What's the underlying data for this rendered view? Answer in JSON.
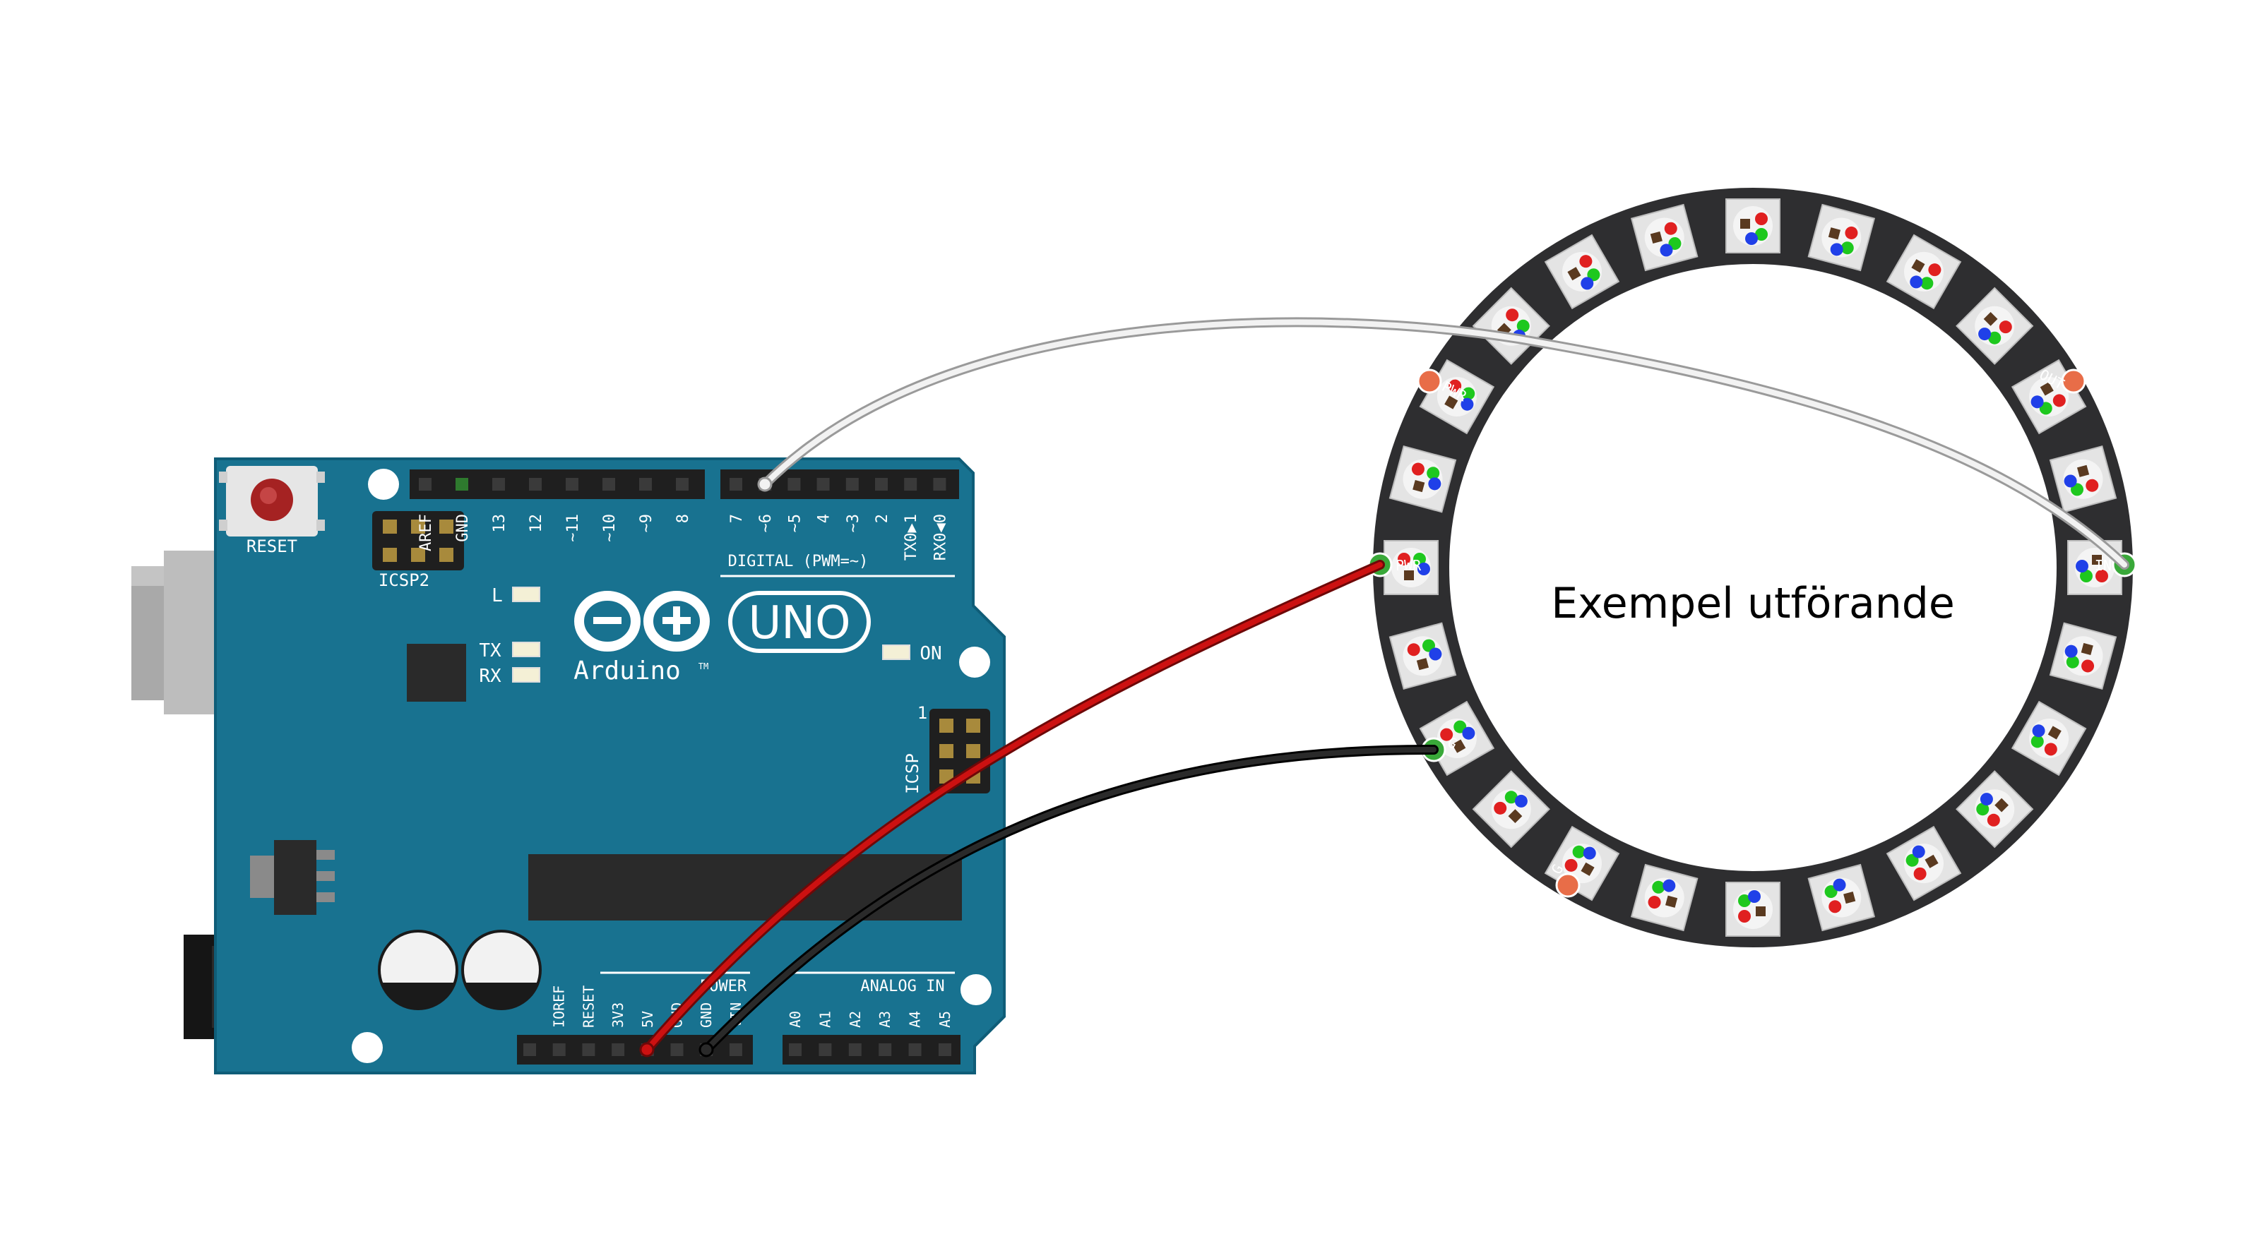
{
  "caption": "Exempel utförande",
  "arduino": {
    "reset_label": "RESET",
    "icsp2_label": "ICSP2",
    "icsp_label": "ICSP",
    "icsp_pin1": "1",
    "led_l": "L",
    "led_tx": "TX",
    "led_rx": "RX",
    "led_on": "ON",
    "logo_uno": "UNO",
    "logo_arduino": "Arduino",
    "logo_tm": "TM",
    "digital_label": "DIGITAL (PWM=~)",
    "power_label": "POWER",
    "analog_label": "ANALOG IN",
    "top_header_pins": [
      "AREF",
      "GND",
      "13",
      "12",
      "~11",
      "~10",
      "~9",
      "8",
      "7",
      "~6",
      "~5",
      "4",
      "~3",
      "2",
      "TX0▶1",
      "RX0◀0"
    ],
    "power_pins": [
      "IOREF",
      "RESET",
      "3V3",
      "5V",
      "GND",
      "GND",
      "VIN"
    ],
    "analog_pins": [
      "A0",
      "A1",
      "A2",
      "A3",
      "A4",
      "A5"
    ]
  },
  "ring": {
    "led_count": 24,
    "pad_pwr_top": "PWR",
    "pad_out": "OUT",
    "pad_pwr_left": "PWR",
    "pad_in": "IN",
    "pad_g": "G",
    "pad_g2": "G"
  },
  "colors": {
    "board": "#187290",
    "board_edge": "#0f5d78",
    "header": "#1f1f1f",
    "ring": "#2e2e30",
    "wire_data": "#e8e8e8",
    "wire_power": "#cc1111",
    "wire_ground": "#222222",
    "led_red": "#e02020",
    "led_green": "#1ec81e",
    "led_blue": "#2040e8"
  },
  "connections": [
    {
      "from": "~6",
      "to": "IN"
    },
    {
      "from": "5V",
      "to": "PWR"
    },
    {
      "from": "GND",
      "to": "G"
    }
  ]
}
